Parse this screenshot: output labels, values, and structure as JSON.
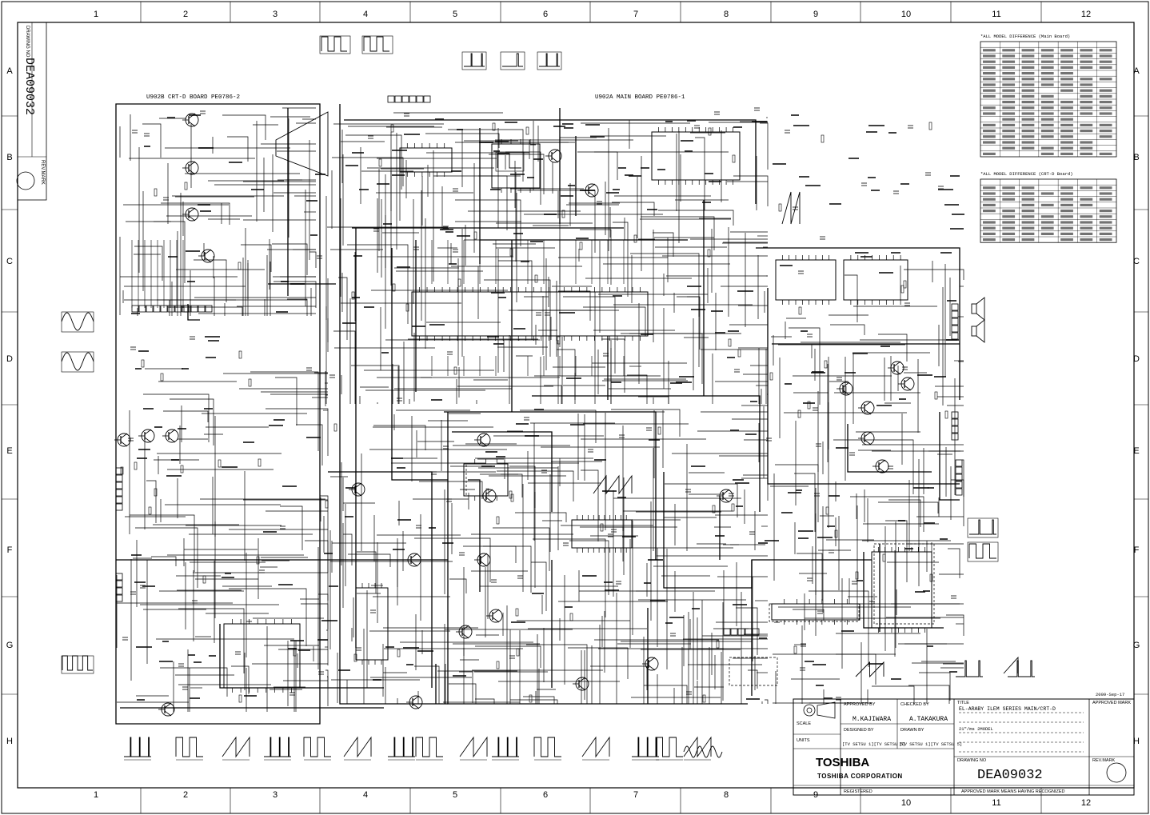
{
  "columns": [
    "1",
    "2",
    "3",
    "4",
    "5",
    "6",
    "7",
    "8",
    "9",
    "10",
    "11",
    "12"
  ],
  "rows": [
    "A",
    "B",
    "C",
    "D",
    "E",
    "F",
    "G",
    "H"
  ],
  "side_strip": {
    "drawing_no_label": "DRAWING NO",
    "drawing_no": "DEA09032",
    "rev_mark_label": "REV.MARK"
  },
  "boards": {
    "crt_board": "U902B CRT-D BOARD PE0786-2",
    "main_board": "U902A MAIN BOARD PE0786-1"
  },
  "tables": {
    "main_title": "*ALL MODEL DIFFERENCE (Main Board)",
    "crt_title": "*ALL MODEL DIFFERENCE (CRT-D Board)"
  },
  "date": "2009-Sep-17",
  "title_block": {
    "approved_by_label": "APPROVED BY",
    "checked_by_label": "CHECKED BY",
    "approved_by": "M.KAJIWARA",
    "checked_by": "A.TAKAKURA",
    "designed_by_label": "DESIGNED BY",
    "drawn_by_label": "DRAWN BY",
    "scale_label": "SCALE",
    "units_label": "UNITS",
    "designed_by": "[TV SETSU 1][TV SETSU 5]",
    "drawn_by": "[TV SETSU 1][TV SETSU 5]",
    "brand": "TOSHIBA",
    "corporation": "TOSHIBA CORPORATION",
    "registered_label": "REGISTERED",
    "title_label": "TITLE",
    "title": "EL-ARABY ILEM SERIES MAIN/CRT-D",
    "title_sub": "21\"/ms 2MODEL",
    "approved_mark_label": "APPROVED MARK",
    "drawing_no_label": "DRAWING NO",
    "drawing_no": "DEA09032",
    "rev_mark_label": "REV.MARK",
    "footer_note": "APPROVED MARK MEANS HAVING RECOGNIZED"
  }
}
